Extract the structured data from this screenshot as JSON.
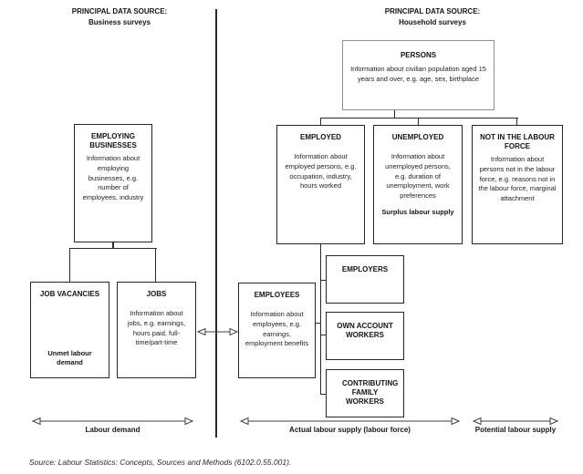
{
  "headers": {
    "left": {
      "line1": "PRINCIPAL DATA SOURCE:",
      "line2": "Business surveys"
    },
    "right": {
      "line1": "PRINCIPAL DATA SOURCE:",
      "line2": "Household surveys"
    }
  },
  "boxes": {
    "persons": {
      "title": "PERSONS",
      "body": "Information about civilian population aged 15 years and over, e.g. age, sex, birthplace"
    },
    "employing_businesses": {
      "title": "EMPLOYING BUSINESSES",
      "body": "Information about employing businesses, e.g. number of employees, industry"
    },
    "job_vacancies": {
      "title": "JOB VACANCIES",
      "footer": "Unmet labour demand"
    },
    "jobs": {
      "title": "JOBS",
      "body": "Information about jobs, e.g. earnings, hours paid, full-time/part-time"
    },
    "employed": {
      "title": "EMPLOYED",
      "body": "Information about employed persons, e.g. occupation, industry, hours worked"
    },
    "unemployed": {
      "title": "UNEMPLOYED",
      "body": "Information about unemployed persons, e.g. duration of unemployment, work preferences",
      "footer": "Surplus labour supply"
    },
    "not_in_labour_force": {
      "title": "NOT IN THE LABOUR FORCE",
      "body": "Information about persons not in the labour force, e.g. reasons not in the labour force, marginal attachment"
    },
    "employees": {
      "title": "EMPLOYEES",
      "body": "Information about employees, e.g. earnings, employment benefits"
    },
    "employers": {
      "title": "EMPLOYERS"
    },
    "own_account_workers": {
      "title": "OWN ACCOUNT WORKERS"
    },
    "contributing_family_workers": {
      "title": "CONTRIBUTING FAMILY WORKERS"
    }
  },
  "arrow_labels": {
    "labour_demand": "Labour demand",
    "actual_labour_supply": "Actual labour supply (labour force)",
    "potential_labour_supply": "Potential labour supply"
  },
  "source_note": "Source: Labour Statistics: Concepts, Sources and Methods (6102.0.55.001).",
  "colors": {
    "line": "#2b2b2b",
    "persons_border": "#8f8f8f",
    "arrow": "#3f3f3f",
    "background": "#ffffff"
  }
}
